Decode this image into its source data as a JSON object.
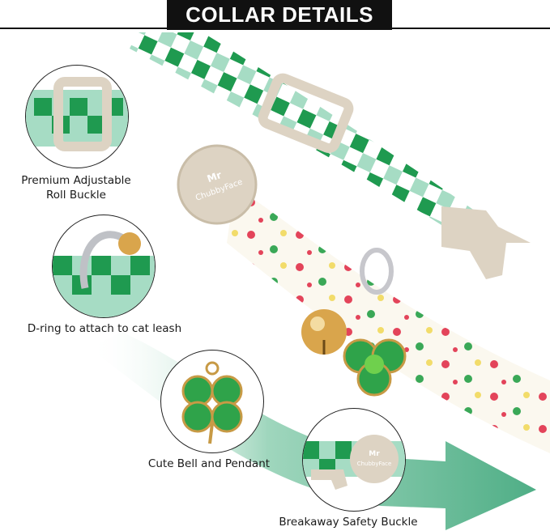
{
  "header": {
    "title": "COLLAR DETAILS"
  },
  "features": [
    {
      "label_lines": [
        "Premium Adjustable",
        "Roll Buckle"
      ]
    },
    {
      "label_lines": [
        "D-ring to attach to cat leash"
      ]
    },
    {
      "label_lines": [
        "Cute Bell and Pendant"
      ]
    },
    {
      "label_lines": [
        "Breakaway Safety Buckle"
      ]
    }
  ],
  "brand": {
    "logo_text": "Mr ChubbyFace"
  },
  "colors": {
    "green": "#1f9a50",
    "light_green": "#a6dcc4",
    "arrow": "#5db893",
    "buckle": "#ddd3c3",
    "gold": "#d9a54c"
  }
}
